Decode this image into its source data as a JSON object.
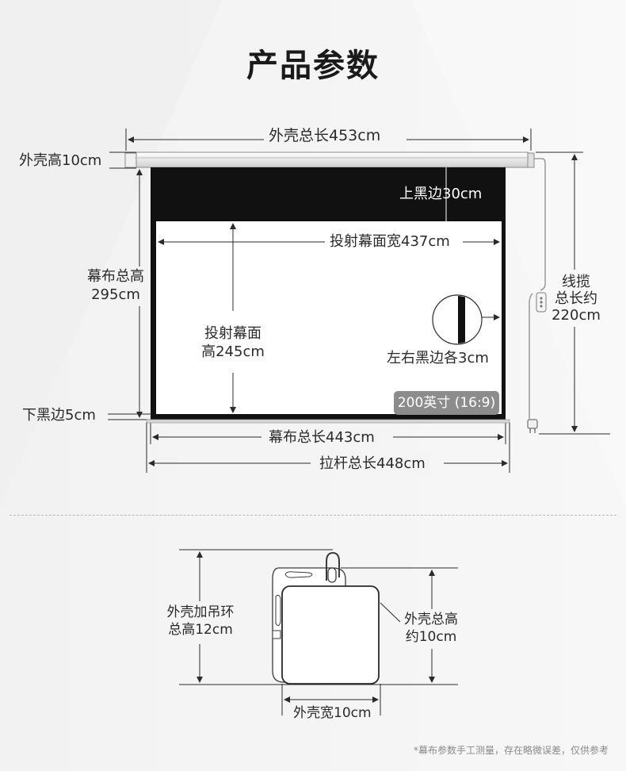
{
  "title": "产品参数",
  "labels": {
    "housing_length": "外壳总长453cm",
    "housing_height": "外壳高10cm",
    "top_black_border": "上黑边30cm",
    "projection_width": "投射幕面宽437cm",
    "screen_total_height_line1": "幕布总高",
    "screen_total_height_line2": "295cm",
    "projection_height_line1": "投射幕面",
    "projection_height_line2": "高245cm",
    "side_black_border": "左右黑边各3cm",
    "bottom_black_border": "下黑边5cm",
    "screen_total_length": "幕布总长443cm",
    "pull_rod_length": "拉杆总长448cm",
    "cable_line1": "线揽",
    "cable_line2": "总长约",
    "cable_line3": "220cm",
    "size_badge": "200英寸 (16:9)",
    "hook_height_line1": "外壳加吊环",
    "hook_height_line2": "总高12cm",
    "shell_height_line1": "外壳总高",
    "shell_height_line2": "约10cm",
    "shell_width": "外壳宽10cm"
  },
  "footnote": "*幕布参数手工测量，存在略微误差，仅供参考",
  "colors": {
    "background": "#f4f4f4",
    "screen_black": "#111111",
    "screen_white": "#ffffff",
    "badge": "#8c8c8c"
  }
}
